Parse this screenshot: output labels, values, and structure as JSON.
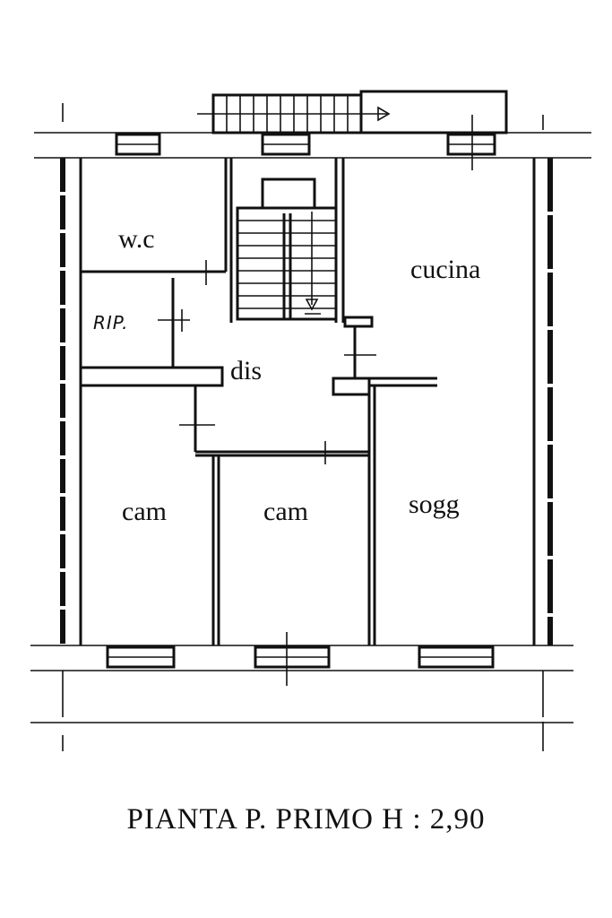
{
  "rooms": {
    "wc": "w.c",
    "rip": "RIP.",
    "dis": "dis",
    "cucina": "cucina",
    "cam_left": "cam",
    "cam_center": "cam",
    "sogg": "sogg"
  },
  "caption": "PIANTA  P. PRIMO  H : 2,90"
}
